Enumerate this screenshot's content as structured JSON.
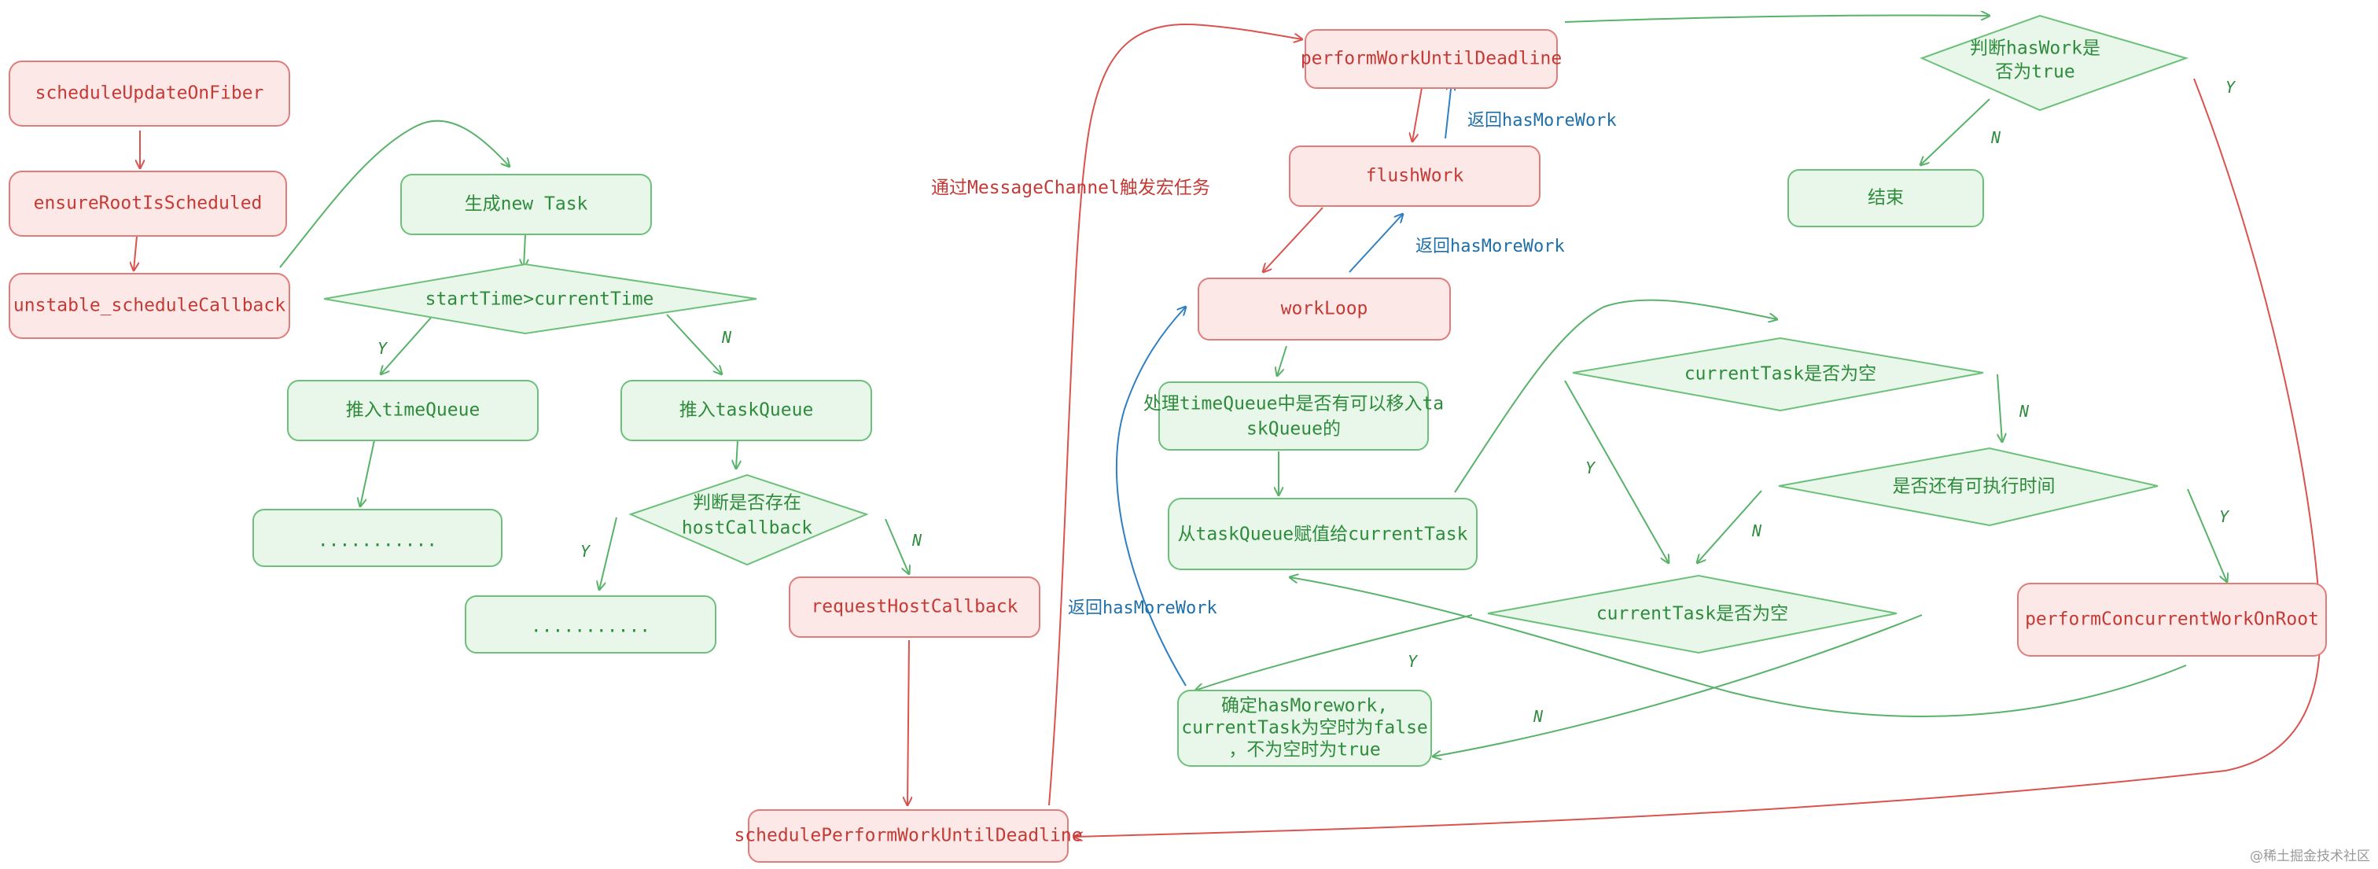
{
  "colors": {
    "red_stroke": "#e07c7a",
    "red_fill": "#fde8e8",
    "red_text": "#c43a35",
    "green_stroke": "#6cc07a",
    "green_fill": "#e8f7e9",
    "green_text": "#2e8b3c",
    "blue": "#1f6fa8"
  },
  "nodes": {
    "schedule_update_on_fiber": "scheduleUpdateOnFiber",
    "ensure_root_is_scheduled": "ensureRootIsScheduled",
    "unstable_schedule_callback": "unstable_scheduleCallback",
    "new_task": "生成new Task",
    "start_time_check": "startTime>currentTime",
    "push_time_queue": "推入timeQueue",
    "push_task_queue": "推入taskQueue",
    "placeholder_a": "...........",
    "host_callback_check": [
      "判断是否存在",
      "hostCallback"
    ],
    "placeholder_b": "...........",
    "request_host_callback": "requestHostCallback",
    "schedule_perform_work": "schedulePerformWorkUntilDeadline",
    "perform_work_until_deadline": "performWorkUntilDeadline",
    "flush_work": "flushWork",
    "work_loop": "workLoop",
    "process_time_queue": [
      "处理timeQueue中是否有可以移入ta",
      "skQueue的"
    ],
    "assign_current_task": "从taskQueue赋值给currentTask",
    "current_task_empty_top": "currentTask是否为空",
    "has_time_check": "是否还有可执行时间",
    "current_task_empty_bottom": "currentTask是否为空",
    "perform_concurrent_work": "performConcurrentWorkOnRoot",
    "determine_has_more_work": [
      "确定hasMorework,",
      "currentTask为空时为false",
      "，不为空时为true"
    ],
    "has_work_check": [
      "判断hasWork是",
      "否为true"
    ],
    "end": "结束"
  },
  "edge_labels": {
    "message_channel": "通过MessageChannel触发宏任务",
    "return_has_more_work_1": "返回hasMoreWork",
    "return_has_more_work_2": "返回hasMoreWork",
    "return_has_more_work_3": "返回hasMoreWork",
    "yes": "Y",
    "no": "N"
  },
  "watermark": "@稀土掘金技术社区"
}
